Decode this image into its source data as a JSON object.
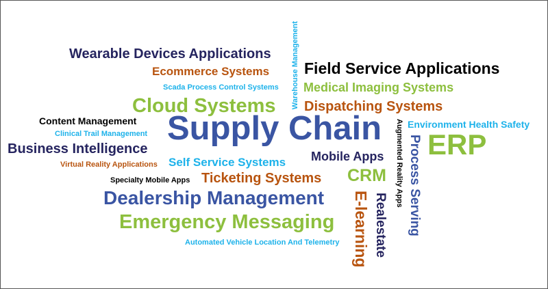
{
  "colors": {
    "navy": "#25245f",
    "orange": "#b8540f",
    "cyan": "#1db2ea",
    "green": "#8dbf3e",
    "blue": "#3a55a3",
    "black": "#000000"
  },
  "words": [
    "Warehouse Management",
    "Wearable Devices Applications",
    "Ecommerce Systems",
    "Field Service Applications",
    "Scada Process Control Systems",
    "Medical Imaging Systems",
    "Cloud Systems",
    "Dispatching Systems",
    "Content Management",
    "Supply Chain",
    "Environment Health Safety",
    "Clinical Trail Management",
    "ERP",
    "Business Intelligence",
    "Augmented Reality Apps",
    "Process Serving",
    "Mobile Apps",
    "Self Service Systems",
    "Virtual Reality Applications",
    "CRM",
    "Specialty Mobile Apps",
    "Ticketing Systems",
    "Dealership Management",
    "E-learning",
    "Realestate",
    "Emergency Messaging",
    "Automated Vehicle Location And Telemetry"
  ]
}
